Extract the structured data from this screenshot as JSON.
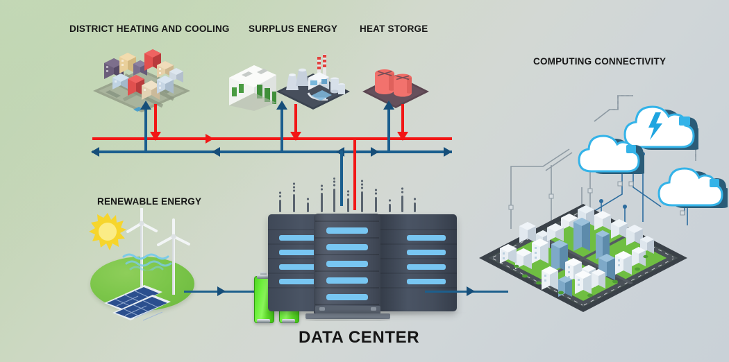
{
  "title": "Data center energy and computing connectivity infographic",
  "background": {
    "from": "#bad3ae",
    "to": "#ccd3d8"
  },
  "labels": {
    "district": "DISTRICT HEATING AND COOLING",
    "surplus": "SURPLUS ENERGY",
    "heat": "HEAT STORGE",
    "computing": "COMPUTING CONNECTIVITY",
    "renewable": "RENEWABLE ENERGY",
    "datacenter": "DATA CENTER"
  },
  "colors": {
    "hot_pipe": "#f21616",
    "cold_pipe": "#1a5e8e",
    "arrow_blue": "#164e79",
    "battery_green": "#6ef03d",
    "server_body": "#434c5b",
    "server_led": "#78c6f2",
    "cloud_blue": "#29a8e0",
    "city_ground": "#7cc64a"
  },
  "nodes": [
    {
      "id": "district-heating-cooling",
      "label": "DISTRICT HEATING AND COOLING",
      "icon": "iso-town-icon"
    },
    {
      "id": "surplus-energy",
      "label": "SURPLUS ENERGY",
      "icon": "power-plant-icon"
    },
    {
      "id": "heat-storage",
      "label": "HEAT STORGE",
      "icon": "heat-tank-icon"
    },
    {
      "id": "computing-connectivity",
      "label": "COMPUTING CONNECTIVITY",
      "icon": "cloud-icon"
    },
    {
      "id": "renewable-energy",
      "label": "RENEWABLE ENERGY",
      "icon": "solar-wind-icon"
    },
    {
      "id": "data-center",
      "label": "DATA CENTER",
      "icon": "server-rack-icon"
    }
  ],
  "flows": [
    {
      "from": "data-center",
      "to": "district-heating-cooling",
      "medium": "hot",
      "color": "#f21616"
    },
    {
      "from": "data-center",
      "to": "surplus-energy",
      "medium": "hot",
      "color": "#f21616"
    },
    {
      "from": "data-center",
      "to": "heat-storage",
      "medium": "hot",
      "color": "#f21616"
    },
    {
      "from": "district-heating-cooling",
      "to": "data-center",
      "medium": "cold",
      "color": "#1a5e8e"
    },
    {
      "from": "surplus-energy",
      "to": "data-center",
      "medium": "cold",
      "color": "#1a5e8e"
    },
    {
      "from": "heat-storage",
      "to": "data-center",
      "medium": "cold",
      "color": "#1a5e8e"
    },
    {
      "from": "renewable-energy",
      "to": "data-center",
      "medium": "power",
      "color": "#1a5e8e"
    },
    {
      "from": "data-center",
      "to": "computing-connectivity",
      "medium": "data",
      "color": "#1a5e8e"
    }
  ]
}
